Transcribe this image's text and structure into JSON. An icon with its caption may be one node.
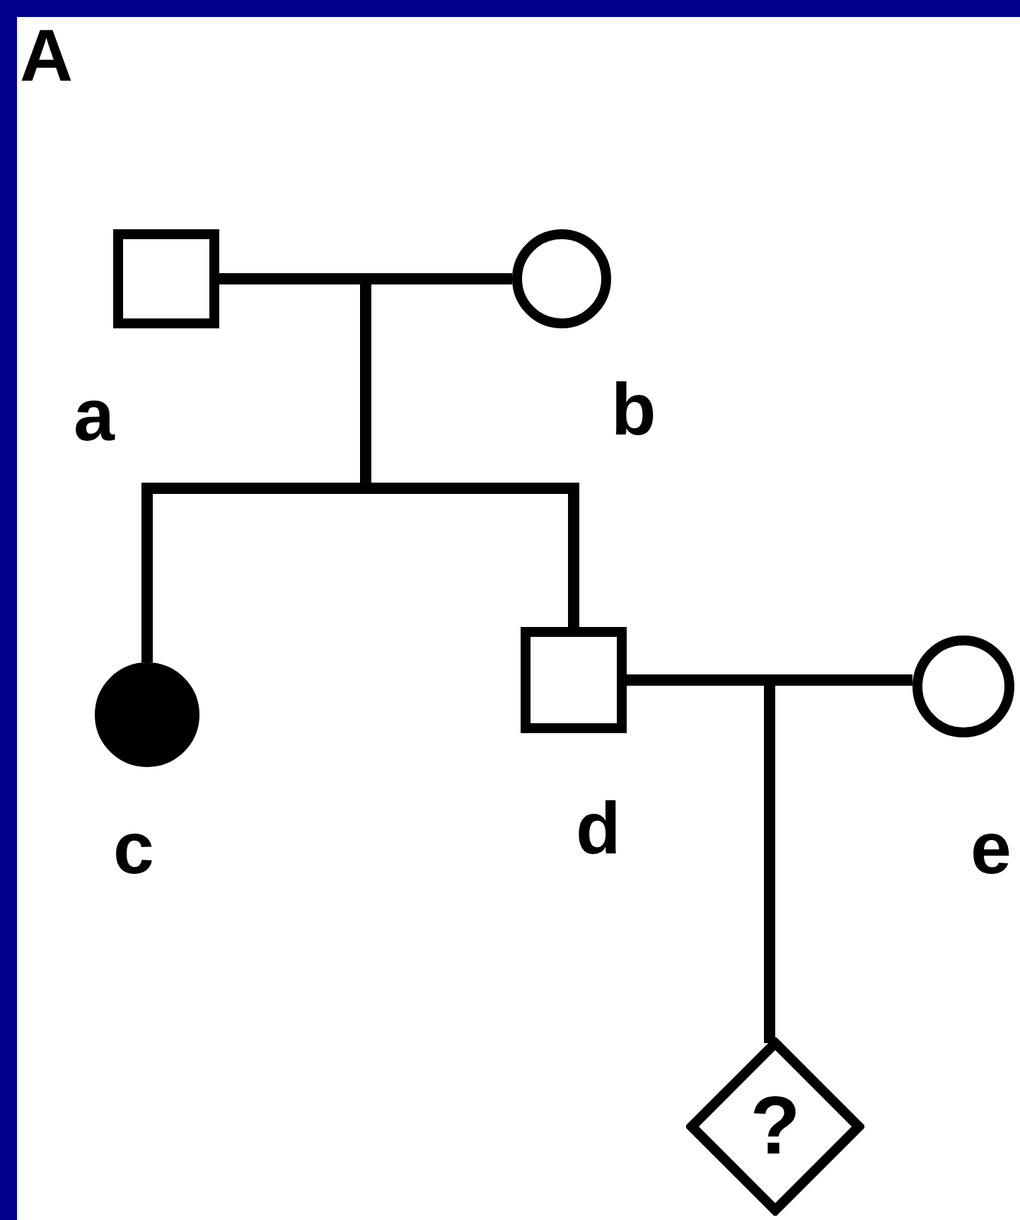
{
  "diagram": {
    "nodes": [
      {
        "text": [],
        "shape": "box",
        "beside": [
          "a"
        ]
      },
      {
        "text": [],
        "shape": "circle",
        "beside": [
          "b"
        ]
      },
      {
        "text": [],
        "shape": "circle",
        "beside": [
          "c"
        ]
      },
      {
        "text": [],
        "shape": "box",
        "beside": [
          "d"
        ]
      },
      {
        "text": [],
        "shape": "circle",
        "beside": [
          "e"
        ]
      },
      {
        "text": [
          "?"
        ]
      }
    ],
    "edges": [
      {
        "from": 0,
        "to": 1,
        "arrow": "none"
      },
      {
        "from": 0,
        "to": 2,
        "arrow": "none"
      },
      {
        "from": 1,
        "to": 2,
        "arrow": "none"
      },
      {
        "from": 0,
        "to": 3,
        "arrow": "none"
      },
      {
        "from": 1,
        "to": 3,
        "arrow": "none"
      },
      {
        "from": 3,
        "to": 4,
        "arrow": "none"
      },
      {
        "from": 3,
        "to": 5,
        "arrow": "none"
      },
      {
        "from": 4,
        "to": 5,
        "arrow": "none"
      }
    ],
    "labels": [
      "A"
    ]
  }
}
